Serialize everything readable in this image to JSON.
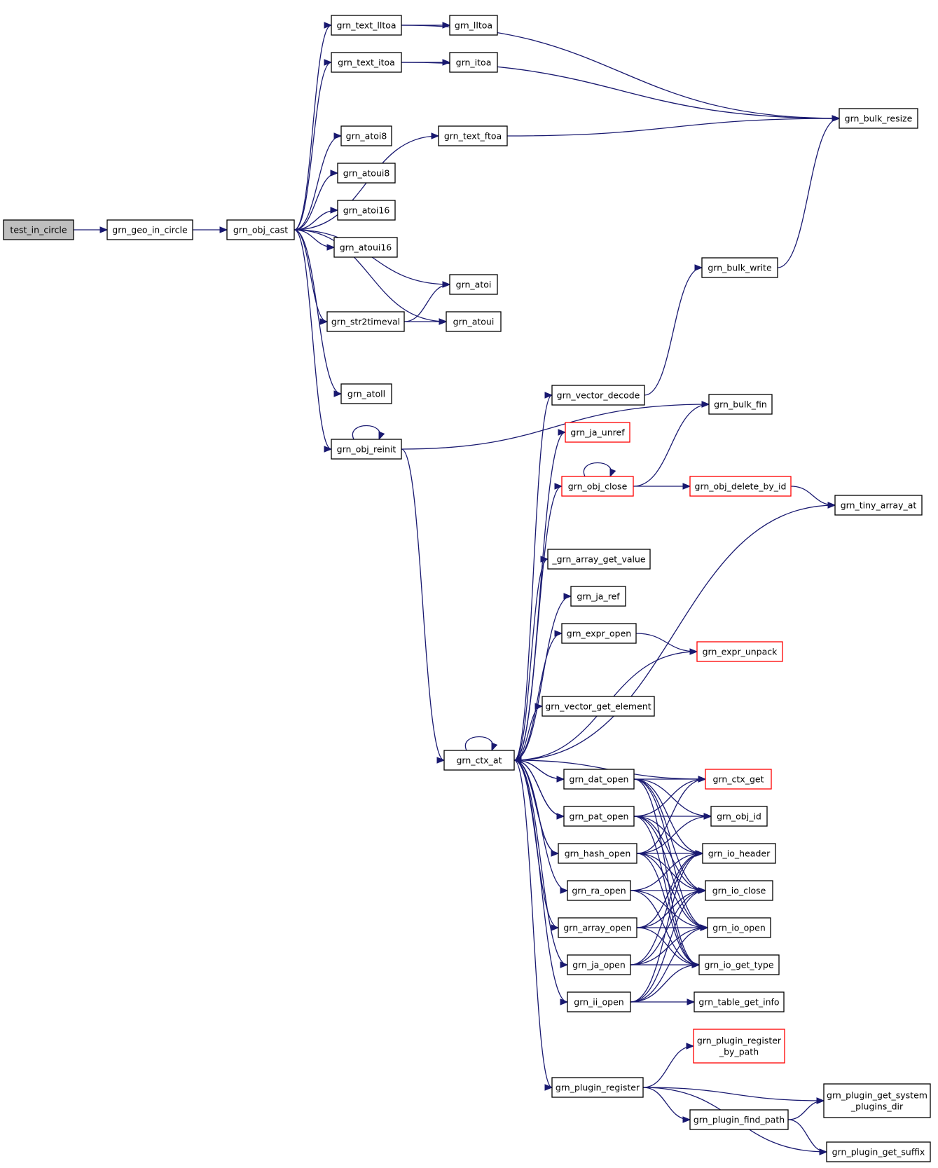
{
  "colors": {
    "edge": "#191970",
    "root_fill": "#bfbfbf",
    "truncated_border": "#ff0000"
  },
  "nodes": {
    "test_in_circle": {
      "lines": [
        "test_in_circle"
      ],
      "kind": "root"
    },
    "grn_geo_in_circle": {
      "lines": [
        "grn_geo_in_circle"
      ]
    },
    "grn_obj_cast": {
      "lines": [
        "grn_obj_cast"
      ]
    },
    "grn_text_lltoa": {
      "lines": [
        "grn_text_lltoa"
      ]
    },
    "grn_lltoa": {
      "lines": [
        "grn_lltoa"
      ]
    },
    "grn_text_itoa": {
      "lines": [
        "grn_text_itoa"
      ]
    },
    "grn_itoa": {
      "lines": [
        "grn_itoa"
      ]
    },
    "grn_bulk_resize": {
      "lines": [
        "grn_bulk_resize"
      ]
    },
    "grn_text_ftoa": {
      "lines": [
        "grn_text_ftoa"
      ]
    },
    "grn_atoi8": {
      "lines": [
        "grn_atoi8"
      ]
    },
    "grn_atoui8": {
      "lines": [
        "grn_atoui8"
      ]
    },
    "grn_atoi16": {
      "lines": [
        "grn_atoi16"
      ]
    },
    "grn_atoui16": {
      "lines": [
        "grn_atoui16"
      ]
    },
    "grn_atoi": {
      "lines": [
        "grn_atoi"
      ]
    },
    "grn_str2timeval": {
      "lines": [
        "grn_str2timeval"
      ]
    },
    "grn_atoui": {
      "lines": [
        "grn_atoui"
      ]
    },
    "grn_bulk_write": {
      "lines": [
        "grn_bulk_write"
      ]
    },
    "grn_atoll": {
      "lines": [
        "grn_atoll"
      ]
    },
    "grn_vector_decode": {
      "lines": [
        "grn_vector_decode"
      ]
    },
    "grn_bulk_fin": {
      "lines": [
        "grn_bulk_fin"
      ]
    },
    "grn_obj_reinit": {
      "lines": [
        "grn_obj_reinit"
      ]
    },
    "grn_ja_unref": {
      "lines": [
        "grn_ja_unref"
      ],
      "kind": "truncated"
    },
    "grn_obj_close": {
      "lines": [
        "grn_obj_close"
      ],
      "kind": "truncated"
    },
    "grn_obj_delete_by_id": {
      "lines": [
        "grn_obj_delete_by_id"
      ],
      "kind": "truncated"
    },
    "grn_tiny_array_at": {
      "lines": [
        "grn_tiny_array_at"
      ]
    },
    "_grn_array_get_value": {
      "lines": [
        "_grn_array_get_value"
      ]
    },
    "grn_ja_ref": {
      "lines": [
        "grn_ja_ref"
      ]
    },
    "grn_expr_open": {
      "lines": [
        "grn_expr_open"
      ]
    },
    "grn_expr_unpack": {
      "lines": [
        "grn_expr_unpack"
      ],
      "kind": "truncated"
    },
    "grn_vector_get_element": {
      "lines": [
        "grn_vector_get_element"
      ]
    },
    "grn_ctx_at": {
      "lines": [
        "grn_ctx_at"
      ]
    },
    "grn_dat_open": {
      "lines": [
        "grn_dat_open"
      ]
    },
    "grn_ctx_get": {
      "lines": [
        "grn_ctx_get"
      ],
      "kind": "truncated"
    },
    "grn_pat_open": {
      "lines": [
        "grn_pat_open"
      ]
    },
    "grn_obj_id": {
      "lines": [
        "grn_obj_id"
      ]
    },
    "grn_hash_open": {
      "lines": [
        "grn_hash_open"
      ]
    },
    "grn_io_header": {
      "lines": [
        "grn_io_header"
      ]
    },
    "grn_ra_open": {
      "lines": [
        "grn_ra_open"
      ]
    },
    "grn_io_close": {
      "lines": [
        "grn_io_close"
      ]
    },
    "grn_array_open": {
      "lines": [
        "grn_array_open"
      ]
    },
    "grn_io_open": {
      "lines": [
        "grn_io_open"
      ]
    },
    "grn_ja_open": {
      "lines": [
        "grn_ja_open"
      ]
    },
    "grn_io_get_type": {
      "lines": [
        "grn_io_get_type"
      ]
    },
    "grn_ii_open": {
      "lines": [
        "grn_ii_open"
      ]
    },
    "grn_table_get_info": {
      "lines": [
        "grn_table_get_info"
      ]
    },
    "grn_plugin_register_by_path": {
      "lines": [
        "grn_plugin_register",
        "_by_path"
      ],
      "kind": "truncated"
    },
    "grn_plugin_register": {
      "lines": [
        "grn_plugin_register"
      ]
    },
    "grn_plugin_get_system_plugins_dir": {
      "lines": [
        "grn_plugin_get_system",
        "_plugins_dir"
      ]
    },
    "grn_plugin_find_path": {
      "lines": [
        "grn_plugin_find_path"
      ]
    },
    "grn_plugin_get_suffix": {
      "lines": [
        "grn_plugin_get_suffix"
      ]
    }
  },
  "edges": [
    [
      "test_in_circle",
      "grn_geo_in_circle"
    ],
    [
      "grn_geo_in_circle",
      "grn_obj_cast"
    ],
    [
      "grn_obj_cast",
      "grn_text_lltoa"
    ],
    [
      "grn_obj_cast",
      "grn_text_itoa"
    ],
    [
      "grn_obj_cast",
      "grn_text_ftoa"
    ],
    [
      "grn_obj_cast",
      "grn_atoi8"
    ],
    [
      "grn_obj_cast",
      "grn_atoui8"
    ],
    [
      "grn_obj_cast",
      "grn_atoi16"
    ],
    [
      "grn_obj_cast",
      "grn_atoui16"
    ],
    [
      "grn_obj_cast",
      "grn_atoi"
    ],
    [
      "grn_obj_cast",
      "grn_str2timeval"
    ],
    [
      "grn_obj_cast",
      "grn_atoui"
    ],
    [
      "grn_obj_cast",
      "grn_atoll"
    ],
    [
      "grn_obj_cast",
      "grn_obj_reinit"
    ],
    [
      "grn_text_lltoa",
      "grn_lltoa"
    ],
    [
      "grn_text_lltoa",
      "grn_bulk_resize"
    ],
    [
      "grn_text_itoa",
      "grn_itoa"
    ],
    [
      "grn_text_itoa",
      "grn_bulk_resize"
    ],
    [
      "grn_text_ftoa",
      "grn_bulk_resize"
    ],
    [
      "grn_str2timeval",
      "grn_atoi"
    ],
    [
      "grn_str2timeval",
      "grn_atoui"
    ],
    [
      "grn_obj_reinit",
      "grn_obj_reinit"
    ],
    [
      "grn_obj_reinit",
      "grn_bulk_fin"
    ],
    [
      "grn_obj_reinit",
      "grn_ctx_at"
    ],
    [
      "grn_bulk_write",
      "grn_bulk_resize"
    ],
    [
      "grn_vector_decode",
      "grn_bulk_write"
    ],
    [
      "grn_obj_close",
      "grn_obj_close"
    ],
    [
      "grn_obj_close",
      "grn_bulk_fin"
    ],
    [
      "grn_obj_close",
      "grn_obj_delete_by_id"
    ],
    [
      "grn_obj_delete_by_id",
      "grn_tiny_array_at"
    ],
    [
      "grn_expr_open",
      "grn_expr_unpack"
    ],
    [
      "grn_ctx_at",
      "grn_ctx_at"
    ],
    [
      "grn_ctx_at",
      "grn_vector_decode"
    ],
    [
      "grn_ctx_at",
      "grn_ja_unref"
    ],
    [
      "grn_ctx_at",
      "grn_obj_close"
    ],
    [
      "grn_ctx_at",
      "grn_tiny_array_at"
    ],
    [
      "grn_ctx_at",
      "_grn_array_get_value"
    ],
    [
      "grn_ctx_at",
      "grn_ja_ref"
    ],
    [
      "grn_ctx_at",
      "grn_expr_open"
    ],
    [
      "grn_expr_unpack",
      "grn_ctx_at"
    ],
    [
      "grn_ctx_at",
      "grn_vector_get_element"
    ],
    [
      "grn_ctx_at",
      "grn_dat_open"
    ],
    [
      "grn_ctx_at",
      "grn_pat_open"
    ],
    [
      "grn_ctx_at",
      "grn_hash_open"
    ],
    [
      "grn_ctx_at",
      "grn_ra_open"
    ],
    [
      "grn_ctx_at",
      "grn_array_open"
    ],
    [
      "grn_ctx_at",
      "grn_ja_open"
    ],
    [
      "grn_ctx_at",
      "grn_ii_open"
    ],
    [
      "grn_ctx_at",
      "grn_plugin_register"
    ],
    [
      "grn_ctx_get",
      "grn_ctx_at"
    ],
    [
      "grn_dat_open",
      "grn_ctx_at"
    ],
    [
      "grn_pat_open",
      "grn_ctx_at"
    ],
    [
      "grn_hash_open",
      "grn_ctx_at"
    ],
    [
      "grn_dat_open",
      "grn_ctx_get"
    ],
    [
      "grn_dat_open",
      "grn_obj_id"
    ],
    [
      "grn_dat_open",
      "grn_io_header"
    ],
    [
      "grn_dat_open",
      "grn_io_close"
    ],
    [
      "grn_dat_open",
      "grn_io_open"
    ],
    [
      "grn_dat_open",
      "grn_io_get_type"
    ],
    [
      "grn_pat_open",
      "grn_ctx_get"
    ],
    [
      "grn_pat_open",
      "grn_obj_id"
    ],
    [
      "grn_pat_open",
      "grn_io_header"
    ],
    [
      "grn_pat_open",
      "grn_io_close"
    ],
    [
      "grn_pat_open",
      "grn_io_open"
    ],
    [
      "grn_pat_open",
      "grn_io_get_type"
    ],
    [
      "grn_hash_open",
      "grn_ctx_get"
    ],
    [
      "grn_hash_open",
      "grn_obj_id"
    ],
    [
      "grn_hash_open",
      "grn_io_header"
    ],
    [
      "grn_hash_open",
      "grn_io_close"
    ],
    [
      "grn_hash_open",
      "grn_io_open"
    ],
    [
      "grn_hash_open",
      "grn_io_get_type"
    ],
    [
      "grn_ra_open",
      "grn_io_header"
    ],
    [
      "grn_ra_open",
      "grn_io_close"
    ],
    [
      "grn_ra_open",
      "grn_io_open"
    ],
    [
      "grn_ra_open",
      "grn_io_get_type"
    ],
    [
      "grn_array_open",
      "grn_io_header"
    ],
    [
      "grn_array_open",
      "grn_io_close"
    ],
    [
      "grn_array_open",
      "grn_io_open"
    ],
    [
      "grn_array_open",
      "grn_io_get_type"
    ],
    [
      "grn_ja_open",
      "grn_io_header"
    ],
    [
      "grn_ja_open",
      "grn_io_close"
    ],
    [
      "grn_ja_open",
      "grn_io_open"
    ],
    [
      "grn_ja_open",
      "grn_io_get_type"
    ],
    [
      "grn_ii_open",
      "grn_io_header"
    ],
    [
      "grn_ii_open",
      "grn_io_close"
    ],
    [
      "grn_ii_open",
      "grn_io_open"
    ],
    [
      "grn_ii_open",
      "grn_io_get_type"
    ],
    [
      "grn_ii_open",
      "grn_table_get_info"
    ],
    [
      "grn_plugin_register",
      "grn_plugin_register_by_path"
    ],
    [
      "grn_plugin_register",
      "grn_plugin_get_system_plugins_dir"
    ],
    [
      "grn_plugin_register",
      "grn_plugin_find_path"
    ],
    [
      "grn_plugin_register",
      "grn_plugin_get_suffix"
    ],
    [
      "grn_plugin_find_path",
      "grn_plugin_get_system_plugins_dir"
    ],
    [
      "grn_plugin_find_path",
      "grn_plugin_get_suffix"
    ]
  ]
}
